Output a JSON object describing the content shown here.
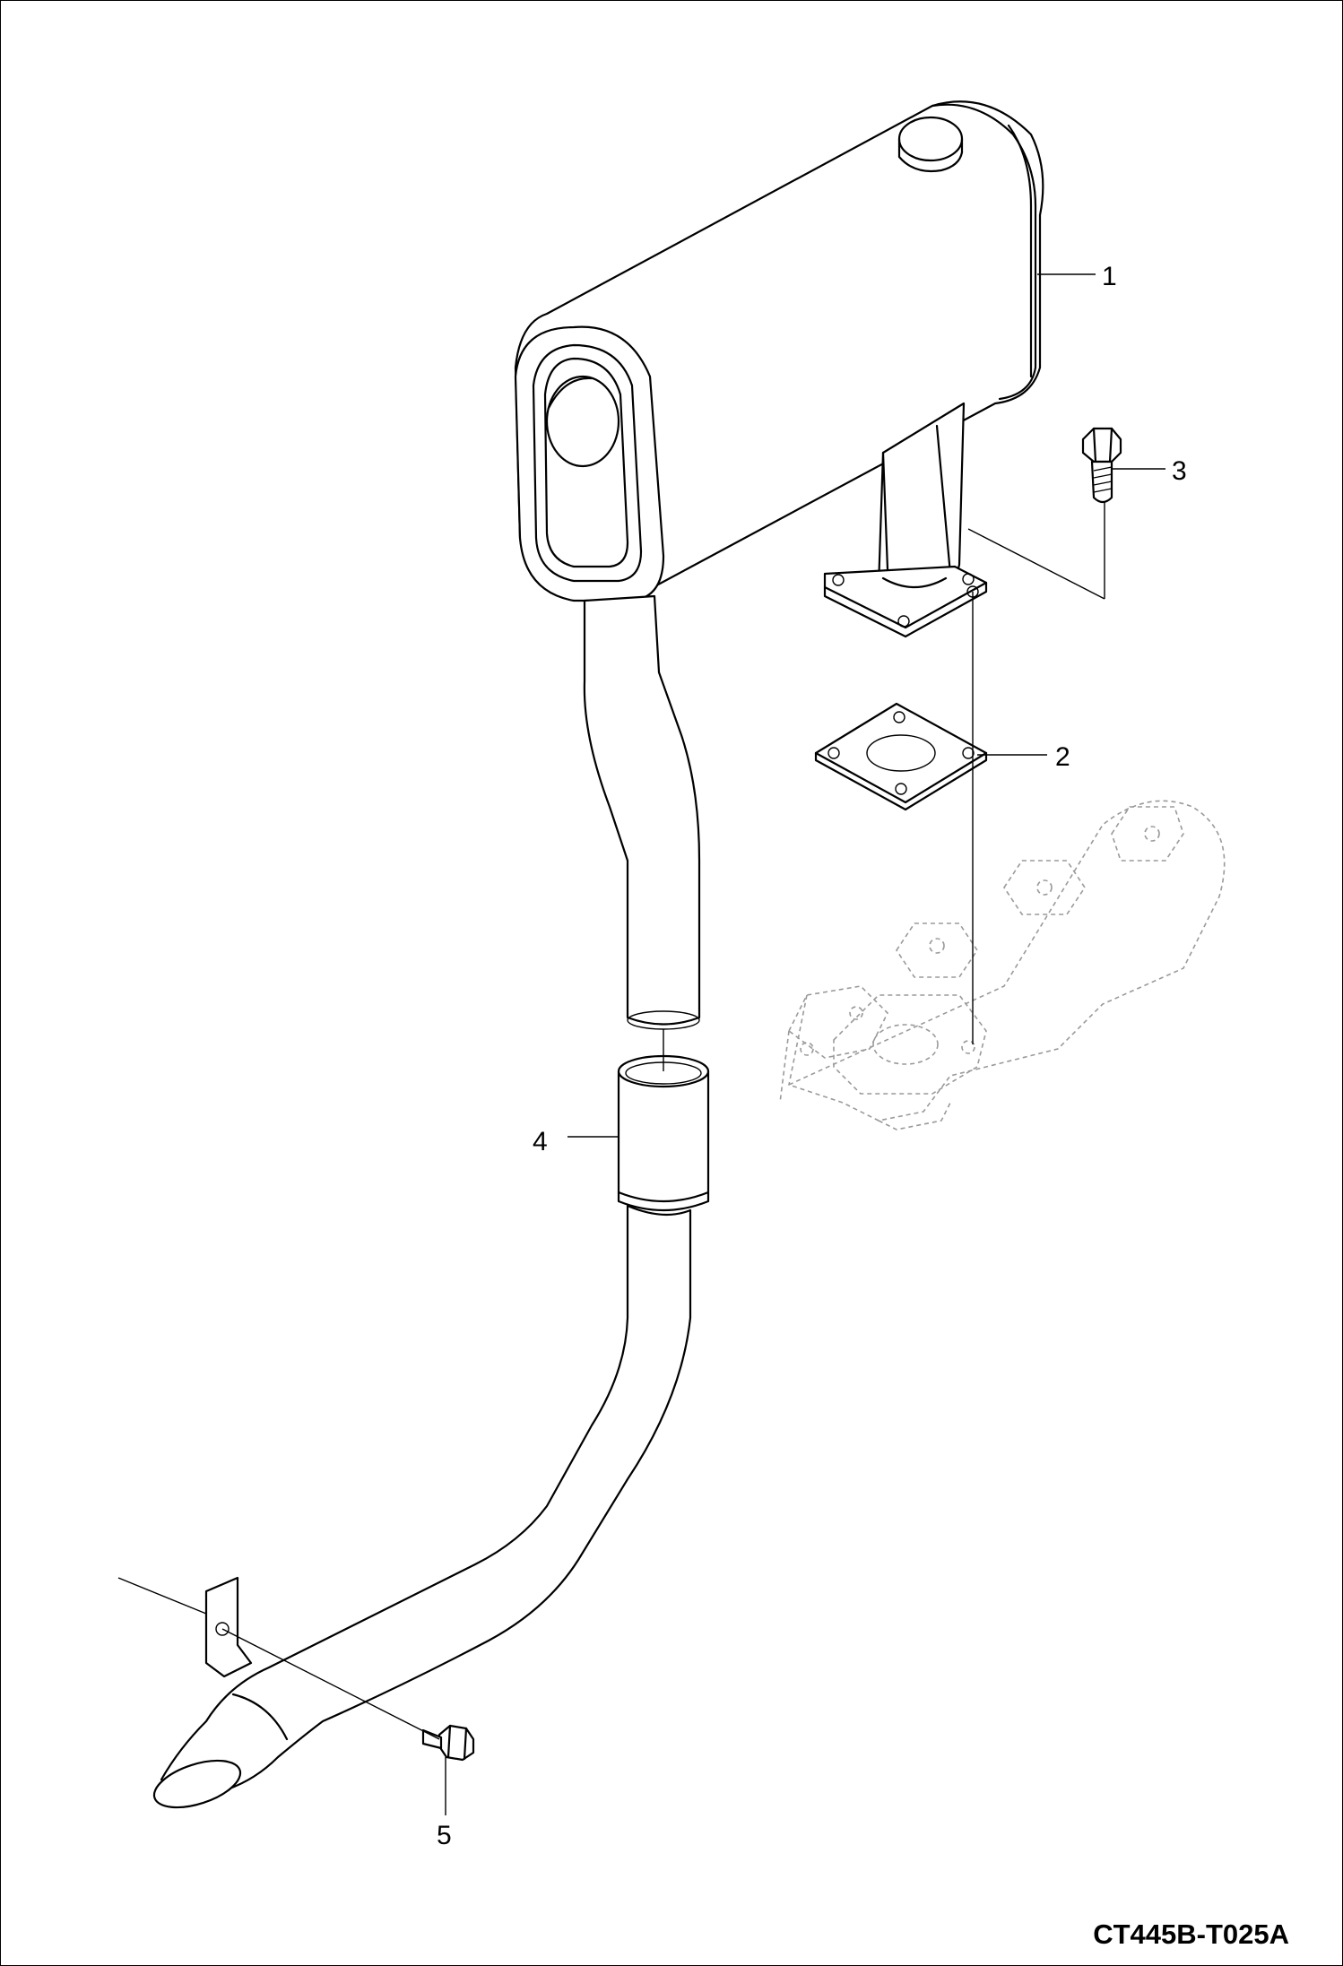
{
  "callouts": {
    "c1": "1",
    "c2": "2",
    "c3": "3",
    "c4": "4",
    "c5": "5"
  },
  "parts": [
    {
      "callout": "1",
      "icon": "muffler-icon"
    },
    {
      "callout": "2",
      "icon": "gasket-icon"
    },
    {
      "callout": "3",
      "icon": "bolt-icon"
    },
    {
      "callout": "4",
      "icon": "tube-clamp-icon"
    },
    {
      "callout": "5",
      "icon": "bolt-icon"
    }
  ],
  "drawing_id": "CT445B-T025A",
  "colors": {
    "line": "#000000",
    "ghost_line": "#9a9a9a",
    "background": "#ffffff"
  }
}
